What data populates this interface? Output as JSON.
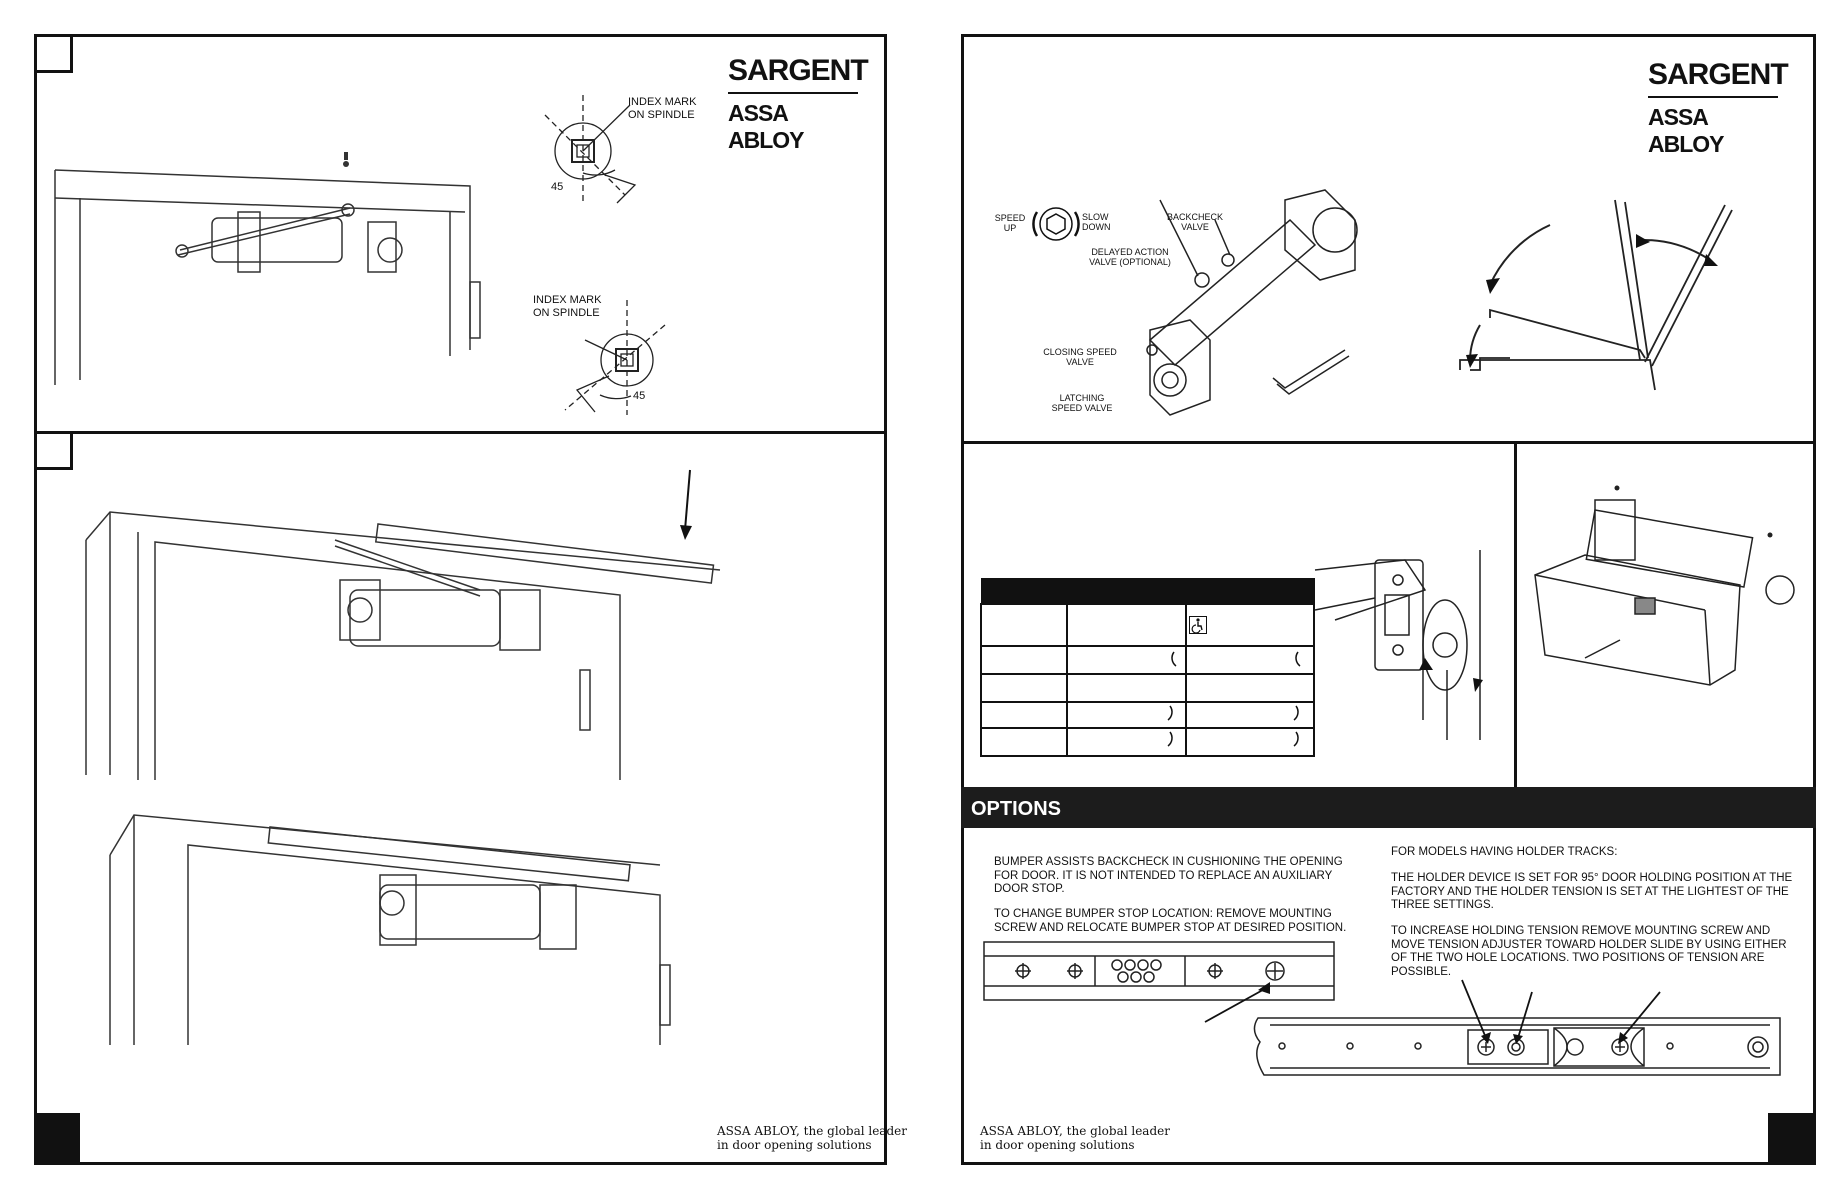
{
  "brand": {
    "name": "SARGENT",
    "parent": "ASSA ABLOY",
    "tagline_line1": "ASSA ABLOY, the global leader",
    "tagline_line2": "in door opening solutions"
  },
  "left_page": {
    "top_panel": {
      "index_mark_1": [
        "INDEX MARK",
        "ON SPINDLE"
      ],
      "angle_1": "45",
      "index_mark_2": [
        "INDEX MARK",
        "ON SPINDLE"
      ],
      "angle_2": "45"
    }
  },
  "right_page": {
    "valves": {
      "speed_up": [
        "SPEED",
        "UP"
      ],
      "slow_down": [
        "SLOW",
        "DOWN"
      ],
      "backcheck": [
        "BACKCHECK",
        "VALVE"
      ],
      "delayed_action": [
        "DELAYED ACTION",
        "VALVE (OPTIONAL)"
      ],
      "closing_speed": [
        "CLOSING SPEED",
        "VALVE"
      ],
      "latching_speed": [
        "LATCHING",
        "SPEED VALVE"
      ]
    },
    "options": {
      "heading": "OPTIONS",
      "bumper_p1": [
        "BUMPER ASSISTS BACKCHECK IN CUSHIONING THE OPENING",
        "FOR DOOR. IT IS NOT INTENDED TO REPLACE AN AUXILIARY",
        "DOOR STOP."
      ],
      "bumper_p2": [
        "TO CHANGE BUMPER STOP LOCATION:  REMOVE MOUNTING",
        "SCREW AND RELOCATE BUMPER STOP AT DESIRED POSITION."
      ],
      "holder_p1": [
        "FOR MODELS HAVING HOLDER TRACKS:"
      ],
      "holder_p2": [
        "THE HOLDER DEVICE IS SET FOR 95° DOOR HOLDING POSITION AT THE",
        "FACTORY AND THE HOLDER TENSION IS SET AT THE LIGHTEST OF THE",
        "THREE SETTINGS."
      ],
      "holder_p3": [
        "TO INCREASE HOLDING TENSION REMOVE MOUNTING SCREW AND",
        "MOVE TENSION ADJUSTER TOWARD HOLDER SLIDE BY USING EITHER",
        "OF THE TWO HOLE LOCATIONS. TWO POSITIONS OF TENSION ARE",
        "POSSIBLE."
      ]
    }
  },
  "colors": {
    "ink": "#111111",
    "panel_bg": "#ffffff",
    "options_bar": "#1c1c1c"
  },
  "icons": [
    "accessibility-icon",
    "rotate-arrow-icon",
    "screw-icon",
    "hex-valve-icon"
  ]
}
